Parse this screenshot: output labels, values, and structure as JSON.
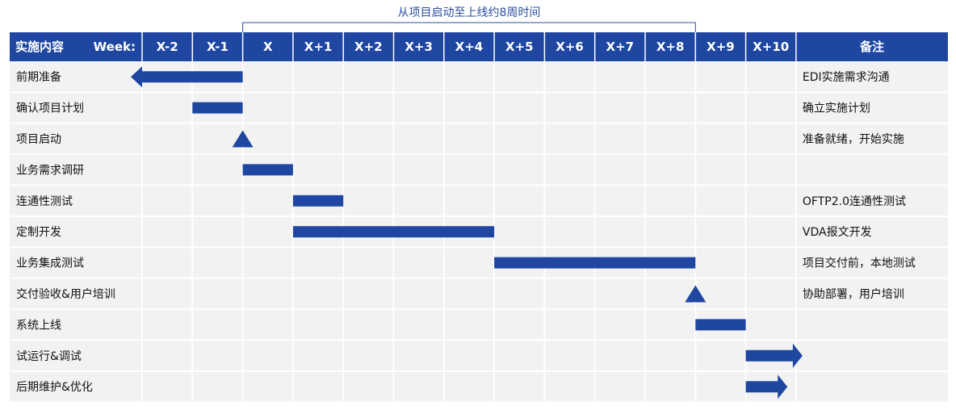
{
  "chart_data": {
    "type": "table",
    "title": "",
    "range_annotation": {
      "label": "从项目启动至上线约8周时间",
      "from_week": 2,
      "to_week": 11
    },
    "header": {
      "content_label": "实施内容",
      "week_label": "Week:",
      "notes_label": "备注"
    },
    "weeks": [
      "X-2",
      "X-1",
      "X",
      "X+1",
      "X+2",
      "X+3",
      "X+4",
      "X+5",
      "X+6",
      "X+7",
      "X+8",
      "X+9",
      "X+10"
    ],
    "tasks": [
      {
        "name": "前期准备",
        "type": "arrow-left",
        "start": 0,
        "end": 2,
        "note": "EDI实施需求沟通"
      },
      {
        "name": "确认项目计划",
        "type": "bar",
        "start": 1,
        "end": 2,
        "note": "确立实施计划"
      },
      {
        "name": "项目启动",
        "type": "milestone",
        "start": 2,
        "end": 2,
        "note": "准备就绪，开始实施"
      },
      {
        "name": "业务需求调研",
        "type": "bar",
        "start": 2,
        "end": 3,
        "note": ""
      },
      {
        "name": "连通性测试",
        "type": "bar",
        "start": 3,
        "end": 4,
        "note": "OFTP2.0连通性测试"
      },
      {
        "name": "定制开发",
        "type": "bar",
        "start": 3,
        "end": 7,
        "note": "VDA报文开发"
      },
      {
        "name": "业务集成测试",
        "type": "bar",
        "start": 7,
        "end": 11,
        "note": "项目交付前，本地测试"
      },
      {
        "name": "交付验收&用户培训",
        "type": "milestone",
        "start": 11,
        "end": 11,
        "note": "协助部署，用户培训"
      },
      {
        "name": "系统上线",
        "type": "bar",
        "start": 11,
        "end": 12,
        "note": ""
      },
      {
        "name": "试运行&调试",
        "type": "arrow-right",
        "start": 12,
        "end": 13,
        "note": ""
      },
      {
        "name": "后期维护&优化",
        "type": "arrow-right",
        "start": 12,
        "end": 12.7,
        "note": ""
      }
    ],
    "colors": {
      "header": "#1f47a2",
      "bar": "#1f47a2",
      "cell": "#f2f2f2",
      "grid": "#ffffff"
    }
  }
}
